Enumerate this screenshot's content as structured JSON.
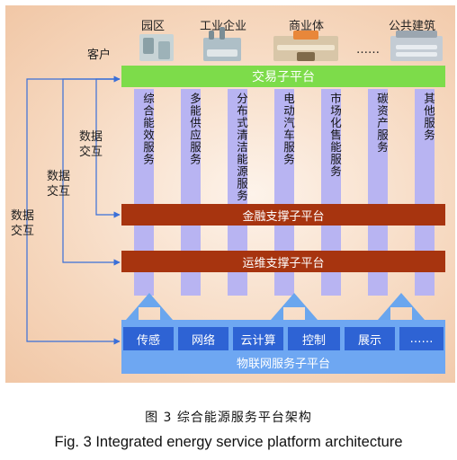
{
  "customers": {
    "label": "客户",
    "items": [
      "园区",
      "工业企业",
      "商业体",
      "……",
      "公共建筑"
    ]
  },
  "trade_platform": "交易子平台",
  "services": [
    "综合能效服务",
    "多能供应服务",
    "分布式清洁能源服务",
    "电动汽车服务",
    "市场化售能服务",
    "碳资产服务",
    "其他服务"
  ],
  "finance_platform": "金融支撑子平台",
  "ops_platform": "运维支撑子平台",
  "data_exchange": [
    "数据交互",
    "数据交互",
    "数据交互"
  ],
  "iot_modules": [
    "传感",
    "网络",
    "云计算",
    "控制",
    "展示",
    "……"
  ],
  "iot_platform": "物联网服务子平台",
  "caption_zh": "图 3  综合能源服务平台架构",
  "caption_en": "Fig. 3    Integrated energy service platform architecture",
  "colors": {
    "trade_bar": "#7ddc4a",
    "support_bar": "#a7340f",
    "service_column": "#b8b4f2",
    "iot_platform": "#6ea7f2",
    "iot_module": "#2e63d4",
    "arrow": "#6aa6ee",
    "background": "#f6d8bf"
  }
}
